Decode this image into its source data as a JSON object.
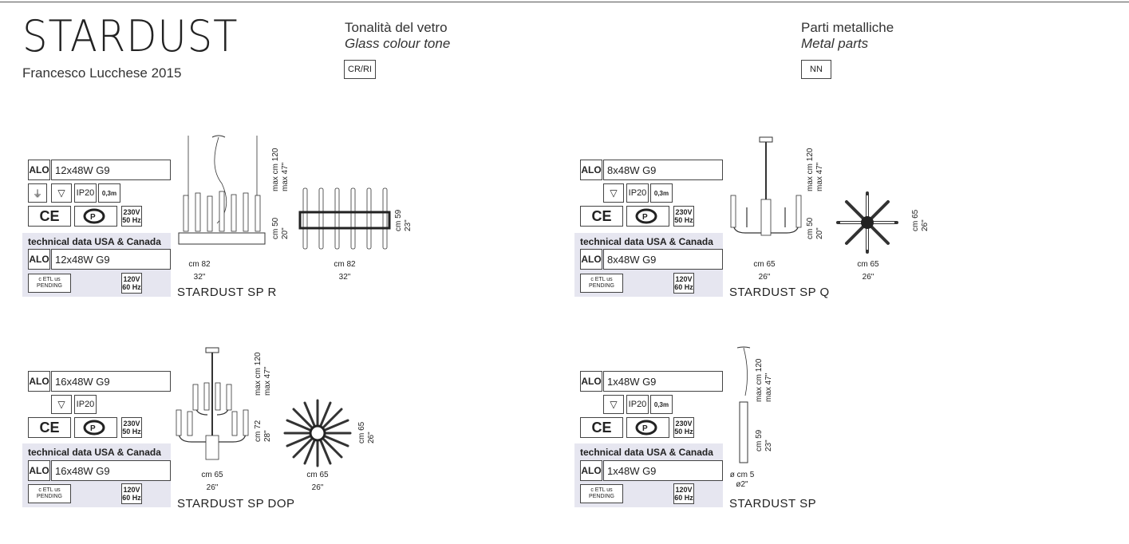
{
  "header": {
    "title": "STARDUST",
    "designer": "Francesco Lucchese 2015",
    "glass_it": "Tonalità del vetro",
    "glass_en": "Glass colour tone",
    "glass_code": "CR/RI",
    "metal_it": "Parti metalliche",
    "metal_en": "Metal parts",
    "metal_code": "NN"
  },
  "common": {
    "alo": "ALO",
    "ce": "CE",
    "ip20": "IP20",
    "dist": "0,3m",
    "usa_title": "technical data USA & Canada",
    "volt_eu_1": "230V",
    "volt_eu_2": "50 Hz",
    "volt_us_1": "120V",
    "volt_us_2": "60 Hz",
    "etl_1": "c ETL us",
    "etl_2": "PENDING"
  },
  "products": [
    {
      "name": "STARDUST SP R",
      "bulbs": "12x48W G9",
      "bulbs_us": "12x48W G9",
      "width_cm": "cm 82",
      "width_in": "32\"",
      "top_width_cm": "cm 82",
      "top_width_in": "32\"",
      "height_cm": "cm 50",
      "height_in": "20\"",
      "max_cm": "max cm 120",
      "max_in": "max 47\"",
      "depth_cm": "cm 59",
      "depth_in": "23\""
    },
    {
      "name": "STARDUST SP Q",
      "bulbs": "8x48W G9",
      "bulbs_us": "8x48W G9",
      "width_cm": "cm 65",
      "width_in": "26\"",
      "top_width_cm": "cm 65",
      "top_width_in": "26\"",
      "height_cm": "cm 50",
      "height_in": "20\"",
      "max_cm": "max cm 120",
      "max_in": "max 47\"",
      "depth_cm": "cm 65",
      "depth_in": "26\""
    },
    {
      "name": "STARDUST SP DOP",
      "bulbs": "16x48W G9",
      "bulbs_us": "16x48W G9",
      "width_cm": "cm 65",
      "width_in": "26\"",
      "top_width_cm": "cm 65",
      "top_width_in": "26\"",
      "height_cm": "cm 72",
      "height_in": "28\"",
      "max_cm": "max cm 120",
      "max_in": "max 47\"",
      "depth_cm": "cm 65",
      "depth_in": "26\""
    },
    {
      "name": "STARDUST SP",
      "bulbs": "1x48W G9",
      "bulbs_us": "1x48W G9",
      "width_cm": "ø cm 5",
      "width_in": "ø2\"",
      "height_cm": "cm 59",
      "height_in": "23\"",
      "max_cm": "max cm 120",
      "max_in": "max 47\""
    }
  ]
}
